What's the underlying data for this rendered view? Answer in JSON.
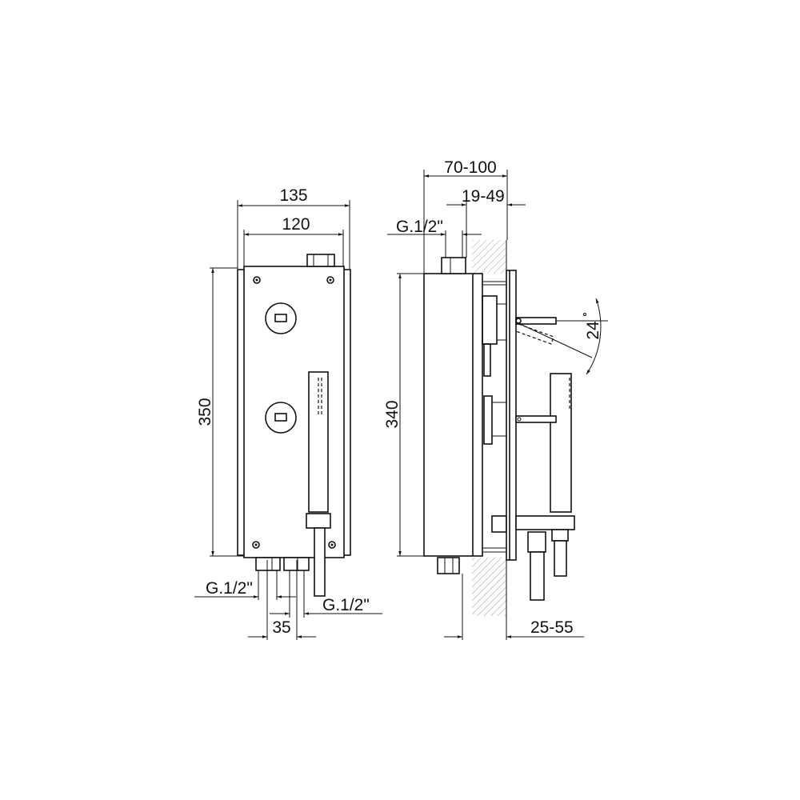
{
  "front_view": {
    "dim_width_outer": "135",
    "dim_width_inner": "120",
    "dim_height": "350",
    "dim_inlet_left": "G.1/2\"",
    "dim_inlet_right": "G.1/2\"",
    "dim_inlet_spacing": "35"
  },
  "side_view": {
    "dim_depth_total": "70-100",
    "dim_depth_plate": "19-49",
    "dim_inlet_top": "G.1/2\"",
    "dim_height": "340",
    "dim_angle": "24",
    "dim_wall_offset": "25-55"
  }
}
